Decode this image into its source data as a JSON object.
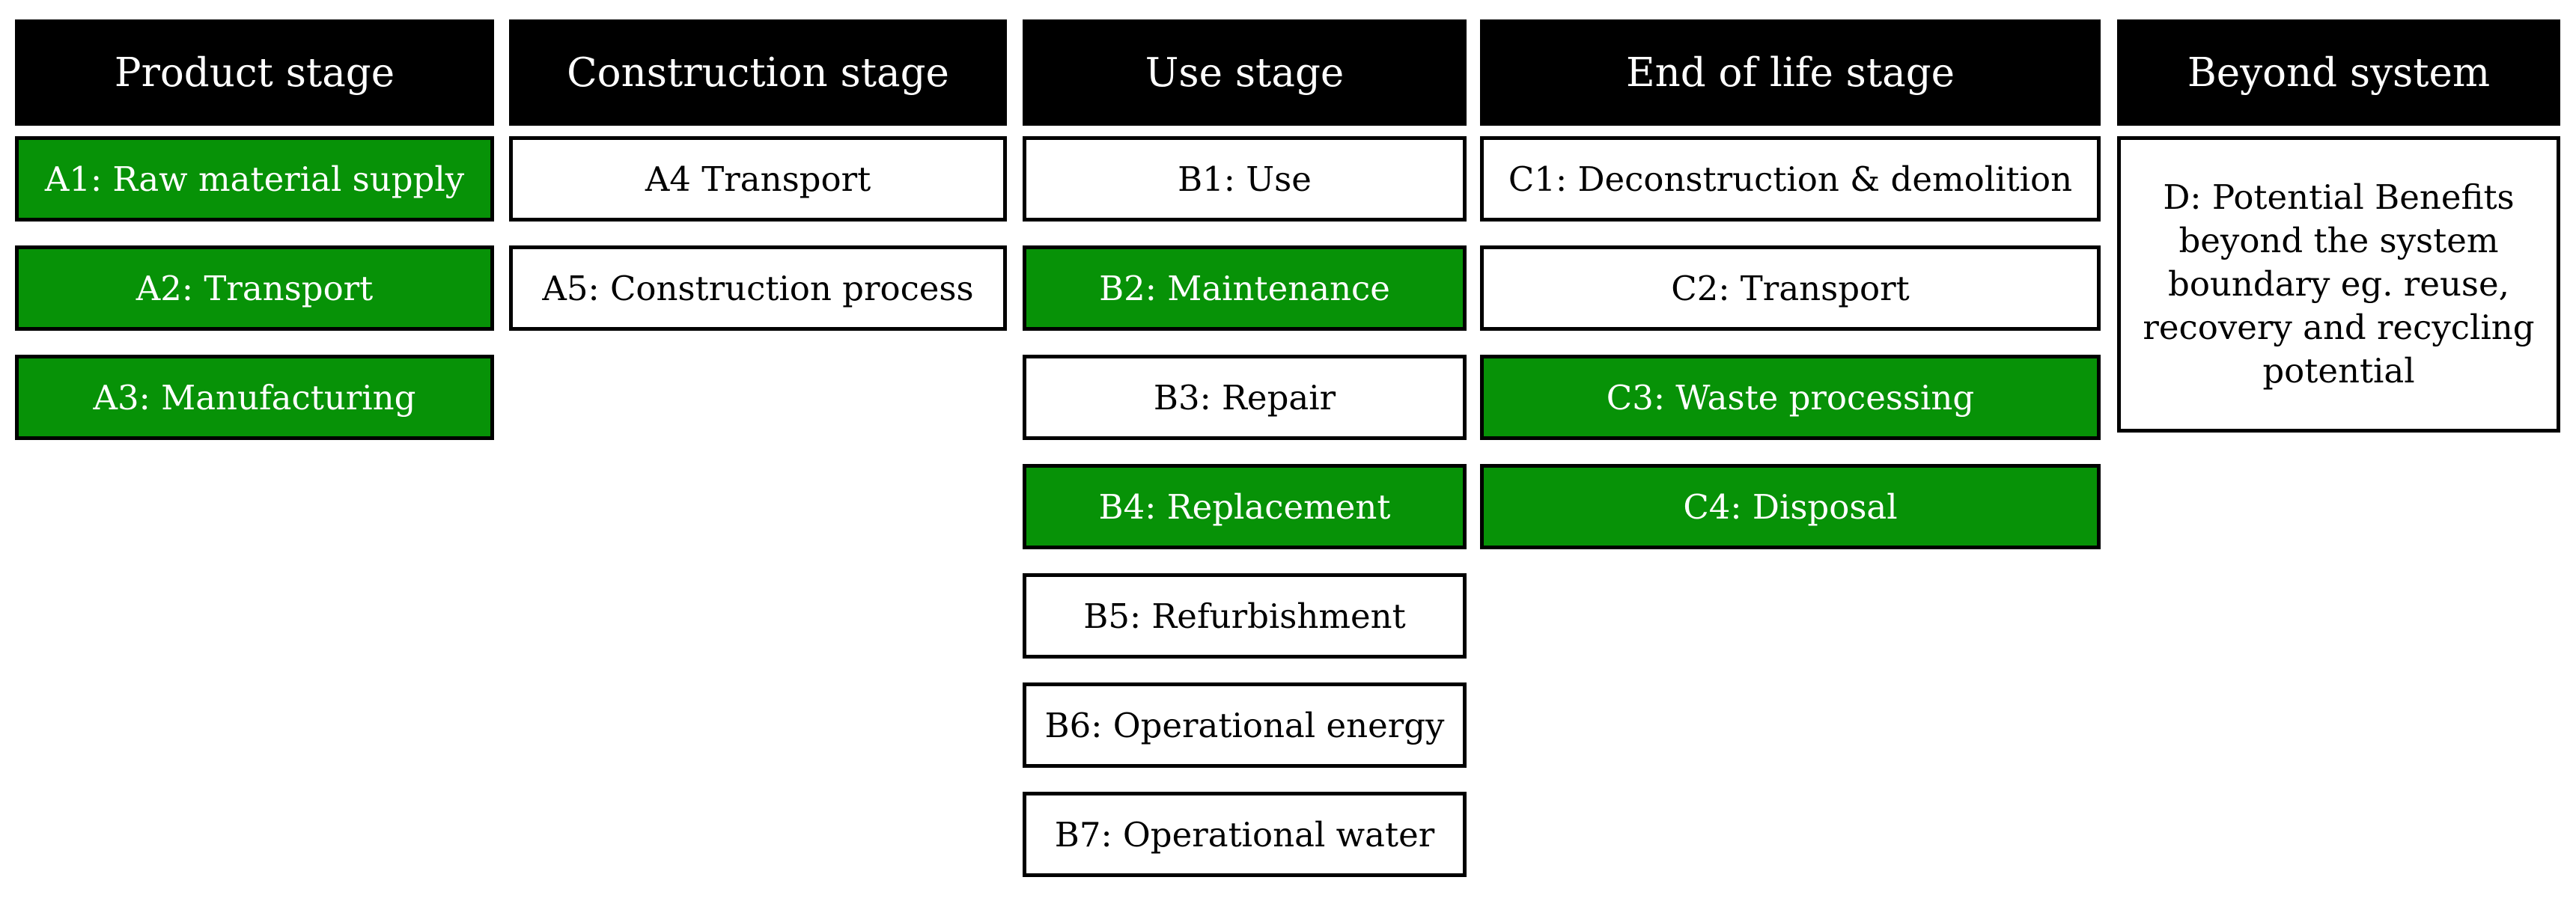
{
  "stages": [
    {
      "header": "Product stage",
      "modules": [
        {
          "label": "A1: Raw material supply",
          "highlight": true
        },
        {
          "label": "A2: Transport",
          "highlight": true
        },
        {
          "label": "A3: Manufacturing",
          "highlight": true
        }
      ]
    },
    {
      "header": "Construction stage",
      "modules": [
        {
          "label": "A4 Transport",
          "highlight": false
        },
        {
          "label": "A5: Construction process",
          "highlight": false
        }
      ]
    },
    {
      "header": "Use stage",
      "modules": [
        {
          "label": "B1: Use",
          "highlight": false
        },
        {
          "label": "B2: Maintenance",
          "highlight": true
        },
        {
          "label": "B3: Repair",
          "highlight": false
        },
        {
          "label": "B4: Replacement",
          "highlight": true
        },
        {
          "label": "B5: Refurbishment",
          "highlight": false
        },
        {
          "label": "B6: Operational energy",
          "highlight": false
        },
        {
          "label": "B7: Operational water",
          "highlight": false
        }
      ]
    },
    {
      "header": "End of life stage",
      "modules": [
        {
          "label": "C1: Deconstruction & demolition",
          "highlight": false
        },
        {
          "label": "C2: Transport",
          "highlight": false
        },
        {
          "label": "C3: Waste processing",
          "highlight": true
        },
        {
          "label": "C4: Disposal",
          "highlight": true
        }
      ]
    },
    {
      "header": "Beyond system",
      "modules": [
        {
          "label": "D: Potential Benefits beyond the system boundary eg. reuse, recovery and recycling potential",
          "highlight": false
        }
      ]
    }
  ],
  "colors": {
    "header_background": "#000000",
    "highlight_fill": "#079207",
    "default_fill": "#ffffff"
  }
}
